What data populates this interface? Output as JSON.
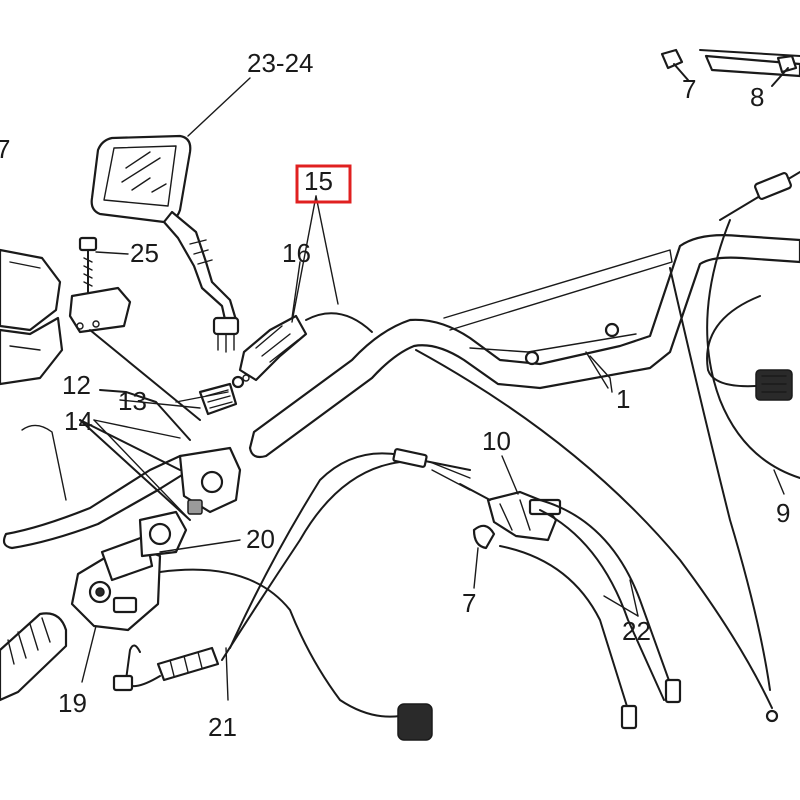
{
  "callouts": [
    {
      "id": "c-23-24",
      "text": "23-24"
    },
    {
      "id": "c-25",
      "text": "25"
    },
    {
      "id": "c-15",
      "text": "15"
    },
    {
      "id": "c-16",
      "text": "16"
    },
    {
      "id": "c-12",
      "text": "12"
    },
    {
      "id": "c-13",
      "text": "13"
    },
    {
      "id": "c-14",
      "text": "14"
    },
    {
      "id": "c-10",
      "text": "10"
    },
    {
      "id": "c-1",
      "text": "1"
    },
    {
      "id": "c-9",
      "text": "9"
    },
    {
      "id": "c-20",
      "text": "20"
    },
    {
      "id": "c-7-mid",
      "text": "7"
    },
    {
      "id": "c-22",
      "text": "22"
    },
    {
      "id": "c-19",
      "text": "19"
    },
    {
      "id": "c-21",
      "text": "21"
    },
    {
      "id": "c-7-top",
      "text": "7"
    },
    {
      "id": "c-8",
      "text": "8"
    },
    {
      "id": "c-7-left",
      "text": "7"
    }
  ],
  "highlight": {
    "callout": "15",
    "color": "#e02020"
  }
}
